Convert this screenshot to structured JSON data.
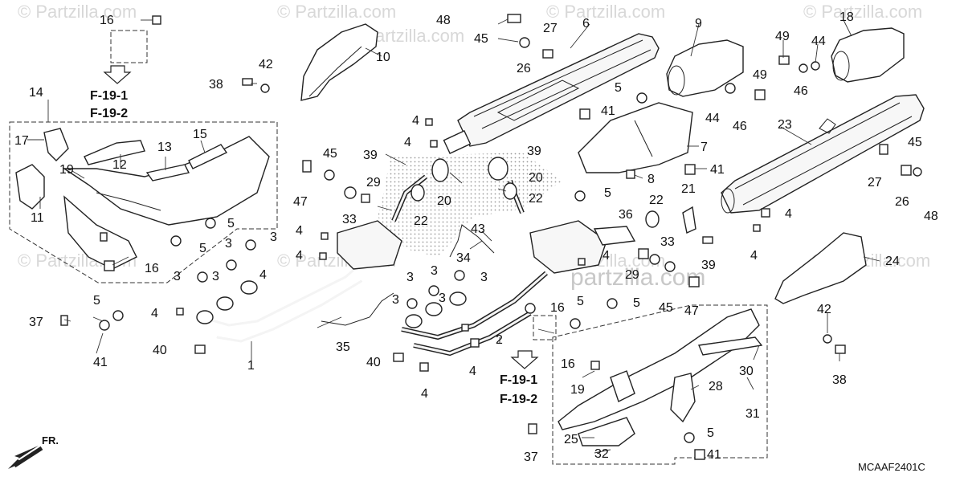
{
  "callouts": {
    "c1": "1",
    "c2": "2",
    "c3a": "3",
    "c3b": "3",
    "c3c": "3",
    "c3d": "3",
    "c3e": "3",
    "c3f": "3",
    "c3g": "3",
    "c3h": "3",
    "c3i": "3",
    "c4a": "4",
    "c4b": "4",
    "c4c": "4",
    "c4d": "4",
    "c4e": "4",
    "c4f": "4",
    "c4g": "4",
    "c4h": "4",
    "c4i": "4",
    "c4j": "4",
    "c4k": "4",
    "c5a": "5",
    "c5b": "5",
    "c5c": "5",
    "c5d": "5",
    "c5e": "5",
    "c5f": "5",
    "c5g": "5",
    "c5h": "5",
    "c6": "6",
    "c7": "7",
    "c8": "8",
    "c9": "9",
    "c10": "10",
    "c11": "11",
    "c12": "12",
    "c13": "13",
    "c14": "14",
    "c15": "15",
    "c16a": "16",
    "c16b": "16",
    "c16c": "16",
    "c16d": "16",
    "c17": "17",
    "c18": "18",
    "c19a": "19",
    "c19b": "19",
    "c20a": "20",
    "c20b": "20",
    "c21": "21",
    "c22a": "22",
    "c22b": "22",
    "c22c": "22",
    "c23": "23",
    "c24": "24",
    "c25": "25",
    "c26a": "26",
    "c26b": "26",
    "c27a": "27",
    "c27b": "27",
    "c28": "28",
    "c29a": "29",
    "c29b": "29",
    "c30": "30",
    "c31": "31",
    "c32": "32",
    "c33a": "33",
    "c33b": "33",
    "c34": "34",
    "c35": "35",
    "c36": "36",
    "c37a": "37",
    "c37b": "37",
    "c38a": "38",
    "c38b": "38",
    "c39a": "39",
    "c39b": "39",
    "c39c": "39",
    "c40a": "40",
    "c40b": "40",
    "c41a": "41",
    "c41b": "41",
    "c41c": "41",
    "c41d": "41",
    "c42a": "42",
    "c42b": "42",
    "c43": "43",
    "c44a": "44",
    "c44b": "44",
    "c45a": "45",
    "c45b": "45",
    "c45c": "45",
    "c45d": "45",
    "c46a": "46",
    "c46b": "46",
    "c47a": "47",
    "c47b": "47",
    "c48a": "48",
    "c48b": "48",
    "c49a": "49",
    "c49b": "49"
  },
  "refs": {
    "left_1": "F-19-1",
    "left_2": "F-19-2",
    "right_1": "F-19-1",
    "right_2": "F-19-2"
  },
  "front_label": "FR.",
  "diagram_code": "MCAAF2401C",
  "watermarks": {
    "w1": "© Partzilla.com",
    "w2": "© Partzilla.com",
    "w3": "© Partzilla.com",
    "w4": "© Partzilla.com",
    "w5": "© Partzilla.com",
    "w6": "© Partzilla.com",
    "w7": "© Partzilla.com",
    "w8": "© Partzilla.com",
    "w9": "© Partzilla.com",
    "center": "partzilla.com"
  }
}
